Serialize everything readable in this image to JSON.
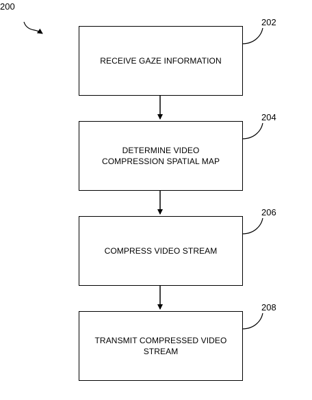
{
  "figure": {
    "number": "200"
  },
  "steps": [
    {
      "ref": "202",
      "text": "RECEIVE GAZE INFORMATION"
    },
    {
      "ref": "204",
      "text": "DETERMINE VIDEO\nCOMPRESSION SPATIAL MAP"
    },
    {
      "ref": "206",
      "text": "COMPRESS VIDEO STREAM"
    },
    {
      "ref": "208",
      "text": "TRANSMIT COMPRESSED VIDEO\nSTREAM"
    }
  ]
}
